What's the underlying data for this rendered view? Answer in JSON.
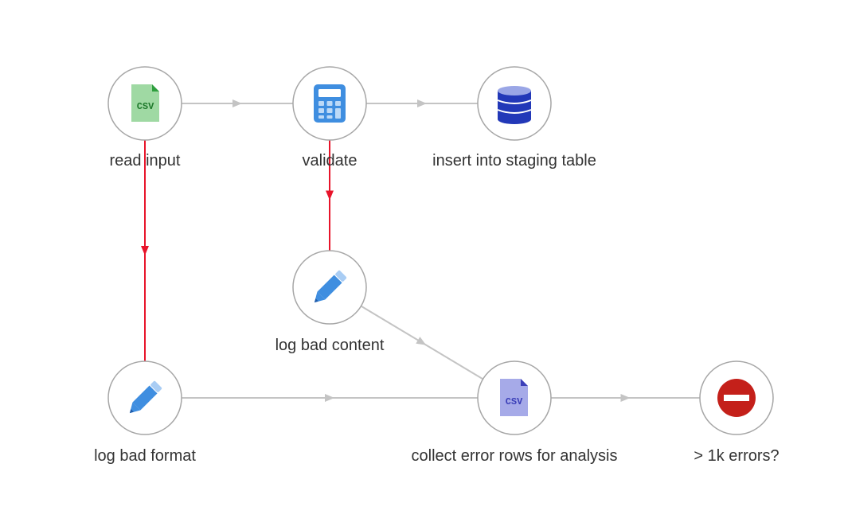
{
  "nodes": [
    {
      "id": "read-input",
      "label": "read input",
      "icon": "csv-file-green-icon"
    },
    {
      "id": "validate",
      "label": "validate",
      "icon": "calculator-icon"
    },
    {
      "id": "insert-staging",
      "label": "insert into staging table",
      "icon": "database-icon"
    },
    {
      "id": "log-bad-content",
      "label": "log bad content",
      "icon": "pencil-icon"
    },
    {
      "id": "log-bad-format",
      "label": "log bad format",
      "icon": "pencil-icon"
    },
    {
      "id": "collect-error-rows",
      "label": "collect error rows for analysis",
      "icon": "csv-file-purple-icon"
    },
    {
      "id": "too-many-errors",
      "label": "> 1k errors?",
      "icon": "stop-icon"
    }
  ],
  "edges": [
    {
      "from": "read-input",
      "to": "validate",
      "kind": "success"
    },
    {
      "from": "validate",
      "to": "insert-staging",
      "kind": "success"
    },
    {
      "from": "read-input",
      "to": "log-bad-format",
      "kind": "error"
    },
    {
      "from": "validate",
      "to": "log-bad-content",
      "kind": "error"
    },
    {
      "from": "log-bad-content",
      "to": "collect-error-rows",
      "kind": "success"
    },
    {
      "from": "log-bad-format",
      "to": "collect-error-rows",
      "kind": "success"
    },
    {
      "from": "collect-error-rows",
      "to": "too-many-errors",
      "kind": "success"
    }
  ],
  "colors": {
    "success_edge": "#c4c4c4",
    "error_edge": "#e8142a",
    "node_border": "#a6a6a6",
    "csv_green": "#2e9e3e",
    "csv_purple": "#3b3fb8",
    "pencil_blue": "#3f8ee0",
    "db_blue": "#2238b8",
    "stop_red": "#c4201a"
  },
  "icon_text": {
    "csv": "CSV"
  }
}
